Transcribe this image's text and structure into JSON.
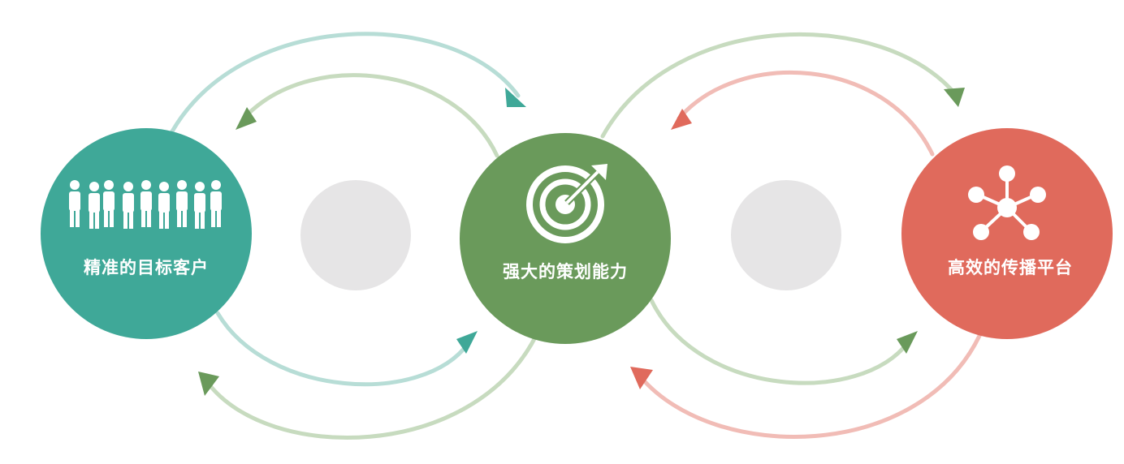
{
  "diagram": {
    "nodes": [
      {
        "id": "customers",
        "label": "精准的目标客户",
        "color": "#3fa898",
        "icon": "people-group-icon"
      },
      {
        "id": "planning",
        "label": "强大的策划能力",
        "color": "#6a9a5b",
        "icon": "target-icon"
      },
      {
        "id": "platform",
        "label": "高效的传播平台",
        "color": "#e06a5c",
        "icon": "network-icon"
      }
    ],
    "placeholder_color": "#e6e5e6",
    "arrow_colors": {
      "teal": "#3fa898",
      "teal_light": "#b7ddd6",
      "green": "#6a9a5b",
      "green_light": "#c7dbbf",
      "red": "#e06a5c",
      "red_light": "#f1bcb6"
    }
  }
}
